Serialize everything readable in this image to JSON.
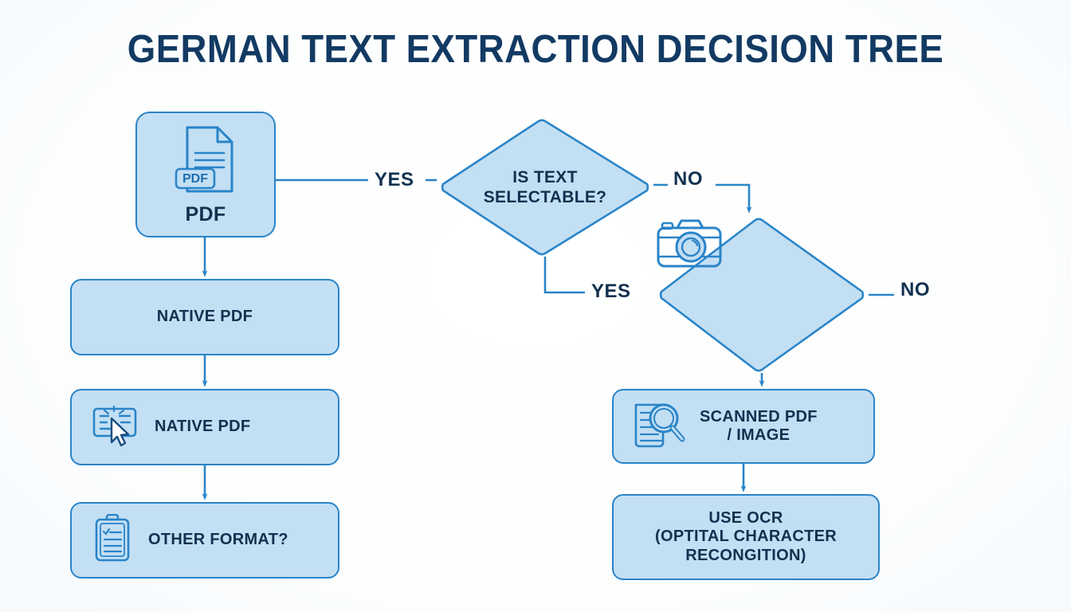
{
  "page": {
    "title": "GERMAN TEXT EXTRACTION DECISION TREE",
    "background_color": "#fbfdfe"
  },
  "theme": {
    "node_fill": "#c3dff4",
    "node_border": "#2a84c8",
    "text_color": "#12314f",
    "title_color": "#123a63",
    "connector_color": "#2a84c8"
  },
  "nodes": {
    "pdf": {
      "label": "PDF",
      "icon": "pdf-document-icon",
      "badge": "PDF",
      "shape": "rounded-rect"
    },
    "native_pdf_1": {
      "label": "NATIVE PDF",
      "shape": "rounded-rect"
    },
    "native_pdf_2": {
      "label": "NATIVE PDF",
      "icon": "text-select-cursor-icon",
      "shape": "rounded-rect"
    },
    "other_format": {
      "label": "OTHER FORMAT?",
      "icon": "clipboard-checklist-icon",
      "shape": "rounded-rect"
    },
    "is_text_selectable": {
      "label": "IS TEXT\nSELECTABLE?",
      "shape": "diamond"
    },
    "camera_decision": {
      "label": "",
      "icon": "camera-icon",
      "shape": "diamond"
    },
    "scanned": {
      "label": "SCANNED PDF\n/ IMAGE",
      "icon": "document-magnifier-icon",
      "shape": "rounded-rect"
    },
    "use_ocr": {
      "label": "USE OCR\n(OPTITAL CHARACTER\nRECONGITION)",
      "shape": "rounded-rect"
    }
  },
  "edges": {
    "pdf_to_selectable": {
      "label": "YES"
    },
    "selectable_no": {
      "label": "NO"
    },
    "selectable_yes": {
      "label": "YES"
    },
    "camera_no": {
      "label": "NO"
    }
  }
}
